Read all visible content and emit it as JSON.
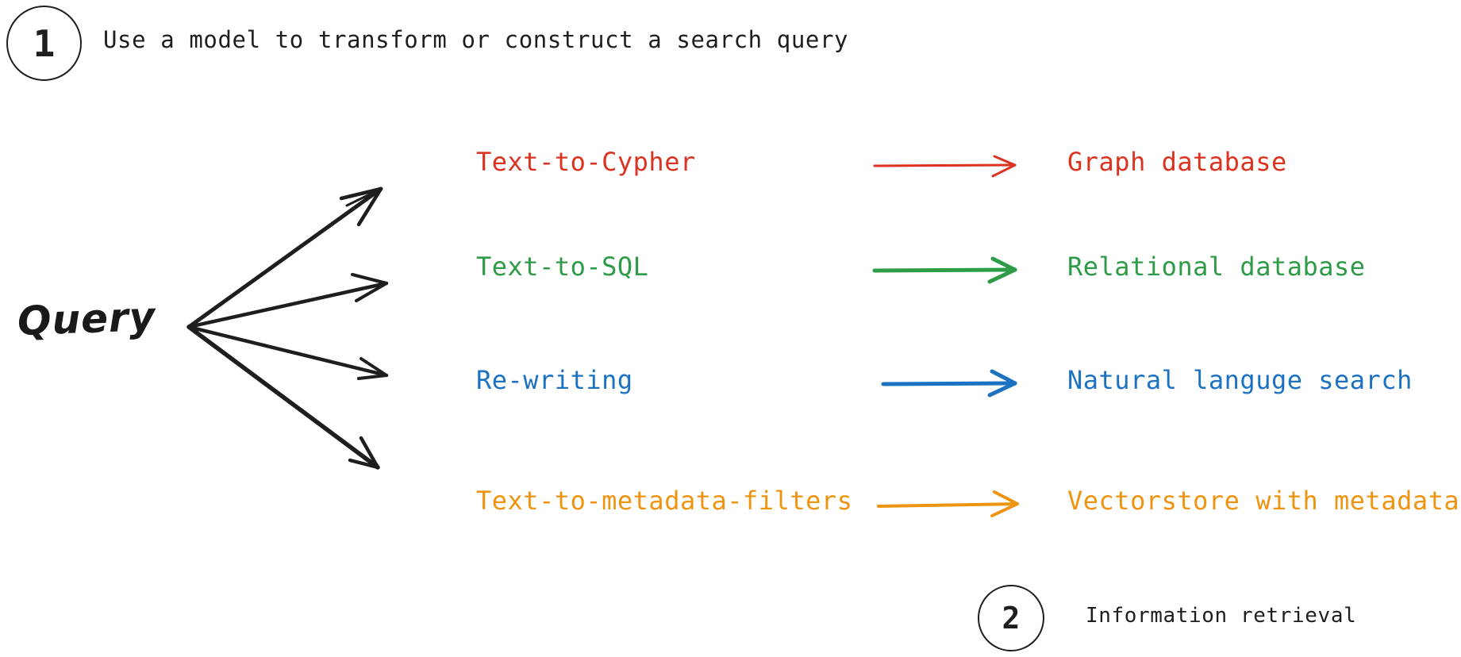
{
  "steps": [
    {
      "number": "1",
      "caption": "Use a model to transform or construct a search query"
    },
    {
      "number": "2",
      "caption": "Information retrieval"
    }
  ],
  "source": {
    "label": "Query",
    "branch_count": 4
  },
  "colors": {
    "ink": "#1e1e1e",
    "red": "#DC3220",
    "green": "#2E9B47",
    "blue": "#1C72C0",
    "orange": "#EE9411",
    "background": "#FFFFFF"
  },
  "rows": [
    {
      "method": "Text-to-Cypher",
      "target": "Graph database",
      "color": "#DC3220",
      "arrow_icon": "right-arrow-icon",
      "stroke_width": 3
    },
    {
      "method": "Text-to-SQL",
      "target": "Relational database",
      "color": "#2E9B47",
      "arrow_icon": "right-arrow-icon",
      "stroke_width": 5
    },
    {
      "method": "Re-writing",
      "target": "Natural languge search",
      "color": "#1C72C0",
      "arrow_icon": "right-arrow-icon",
      "stroke_width": 5
    },
    {
      "method": "Text-to-metadata-filters",
      "target": "Vectorstore with metadata",
      "color": "#EE9411",
      "arrow_icon": "right-arrow-icon",
      "stroke_width": 4
    }
  ]
}
